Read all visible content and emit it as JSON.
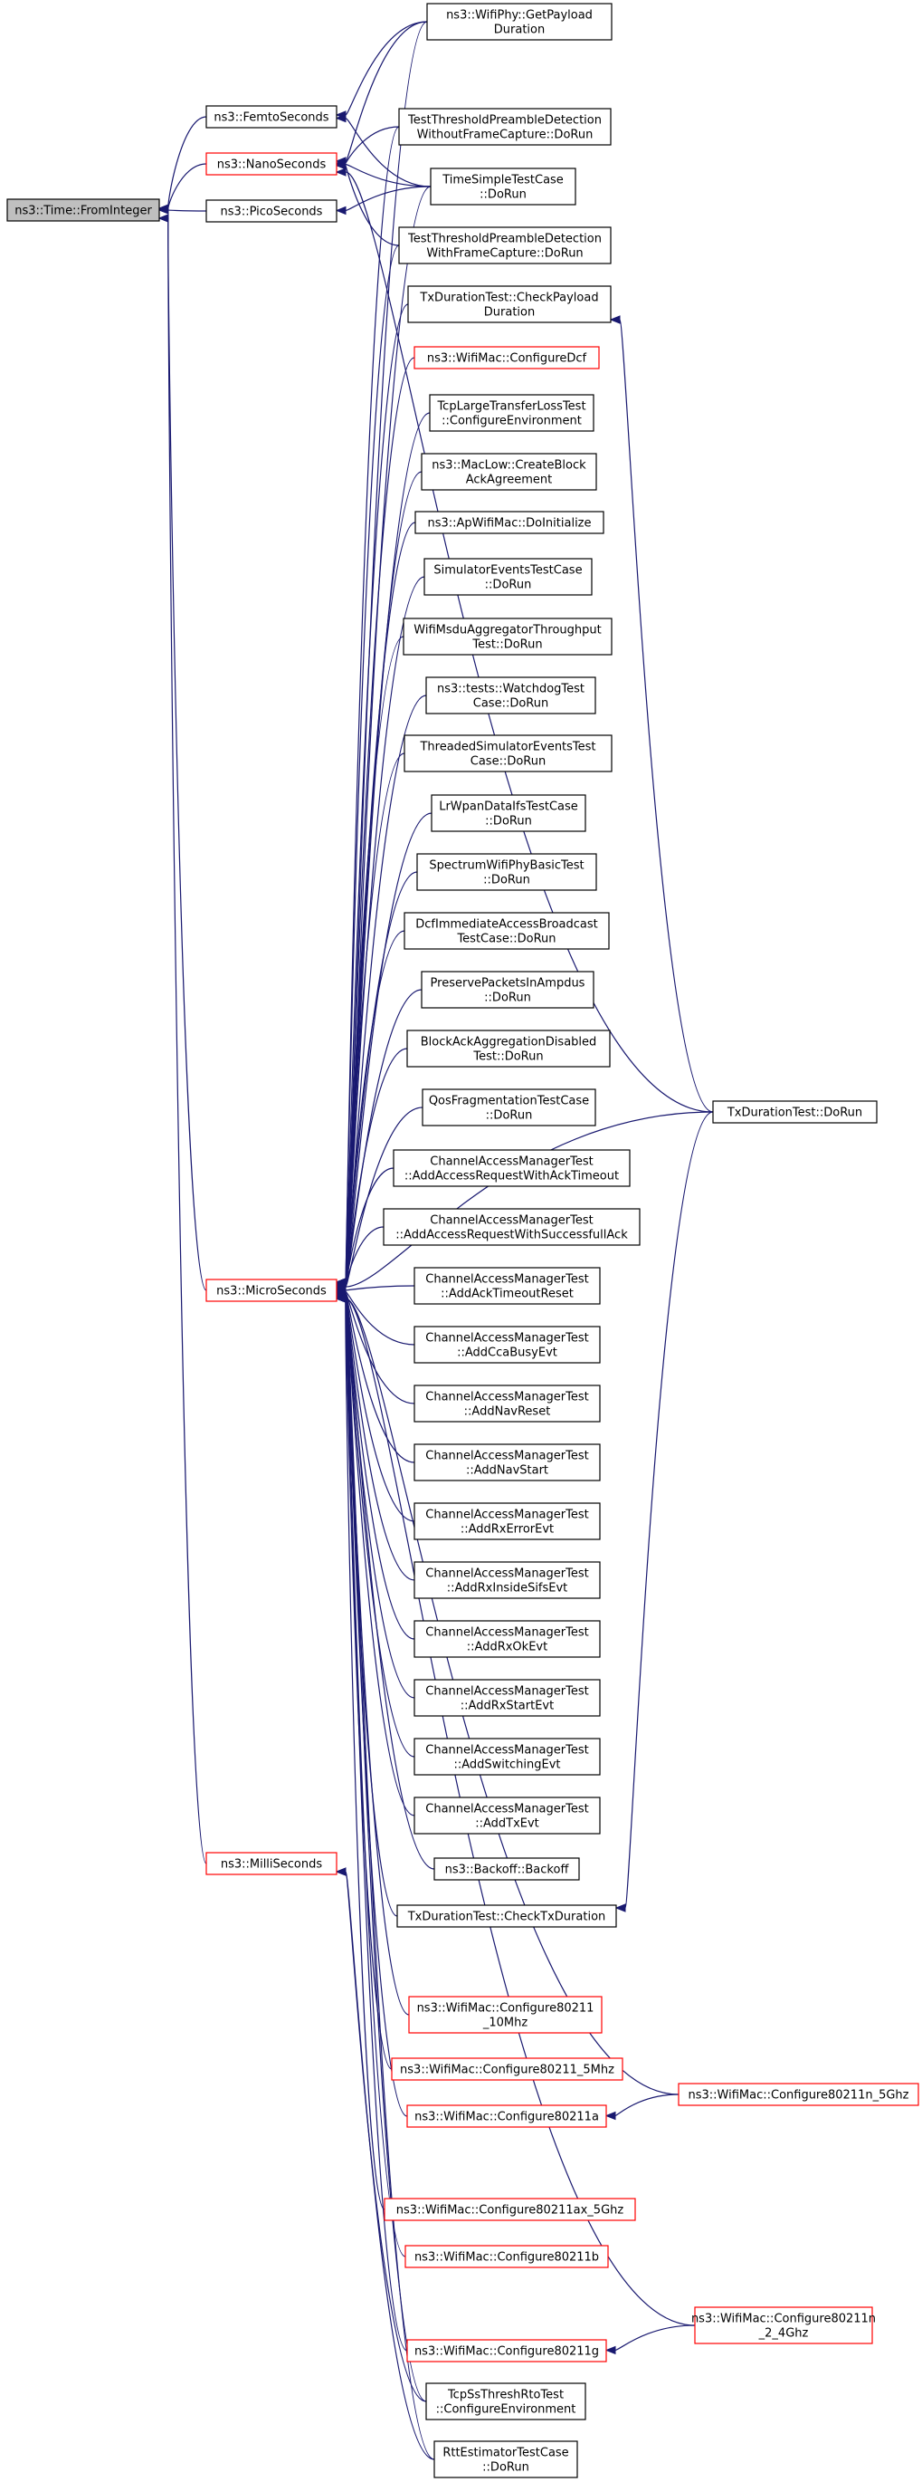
{
  "nodes": [
    {
      "id": "root",
      "lines": [
        "ns3::Time::FromInteger"
      ],
      "style": "root"
    },
    {
      "id": "femto",
      "lines": [
        "ns3::FemtoSeconds"
      ],
      "style": "black"
    },
    {
      "id": "nano",
      "lines": [
        "ns3::NanoSeconds"
      ],
      "style": "red"
    },
    {
      "id": "pico",
      "lines": [
        "ns3::PicoSeconds"
      ],
      "style": "black"
    },
    {
      "id": "micro",
      "lines": [
        "ns3::MicroSeconds"
      ],
      "style": "red"
    },
    {
      "id": "milli",
      "lines": [
        "ns3::MilliSeconds"
      ],
      "style": "red"
    },
    {
      "id": "getpayload",
      "lines": [
        "ns3::WifiPhy::GetPayload",
        "Duration"
      ],
      "style": "black"
    },
    {
      "id": "threshwithout",
      "lines": [
        "TestThresholdPreambleDetection",
        "WithoutFrameCapture::DoRun"
      ],
      "style": "black"
    },
    {
      "id": "timesimple",
      "lines": [
        "TimeSimpleTestCase",
        "::DoRun"
      ],
      "style": "black"
    },
    {
      "id": "threshwith",
      "lines": [
        "TestThresholdPreambleDetection",
        "WithFrameCapture::DoRun"
      ],
      "style": "black"
    },
    {
      "id": "checkpayload",
      "lines": [
        "TxDurationTest::CheckPayload",
        "Duration"
      ],
      "style": "black"
    },
    {
      "id": "configdcf",
      "lines": [
        "ns3::WifiMac::ConfigureDcf"
      ],
      "style": "red"
    },
    {
      "id": "tcplarge",
      "lines": [
        "TcpLargeTransferLossTest",
        "::ConfigureEnvironment"
      ],
      "style": "black"
    },
    {
      "id": "maclow",
      "lines": [
        "ns3::MacLow::CreateBlock",
        "AckAgreement"
      ],
      "style": "black"
    },
    {
      "id": "apwifimac",
      "lines": [
        "ns3::ApWifiMac::DoInitialize"
      ],
      "style": "black"
    },
    {
      "id": "simevents",
      "lines": [
        "SimulatorEventsTestCase",
        "::DoRun"
      ],
      "style": "black"
    },
    {
      "id": "msdu",
      "lines": [
        "WifiMsduAggregatorThroughput",
        "Test::DoRun"
      ],
      "style": "black"
    },
    {
      "id": "watchdog",
      "lines": [
        "ns3::tests::WatchdogTest",
        "Case::DoRun"
      ],
      "style": "black"
    },
    {
      "id": "threaded",
      "lines": [
        "ThreadedSimulatorEventsTest",
        "Case::DoRun"
      ],
      "style": "black"
    },
    {
      "id": "lrwpan",
      "lines": [
        "LrWpanDataIfsTestCase",
        "::DoRun"
      ],
      "style": "black"
    },
    {
      "id": "spectrum",
      "lines": [
        "SpectrumWifiPhyBasicTest",
        "::DoRun"
      ],
      "style": "black"
    },
    {
      "id": "dcfimm",
      "lines": [
        "DcfImmediateAccessBroadcast",
        "TestCase::DoRun"
      ],
      "style": "black"
    },
    {
      "id": "preserve",
      "lines": [
        "PreservePacketsInAmpdus",
        "::DoRun"
      ],
      "style": "black"
    },
    {
      "id": "blockack",
      "lines": [
        "BlockAckAggregationDisabled",
        "Test::DoRun"
      ],
      "style": "black"
    },
    {
      "id": "qosfrag",
      "lines": [
        "QosFragmentationTestCase",
        "::DoRun"
      ],
      "style": "black"
    },
    {
      "id": "cam_acktimeout",
      "lines": [
        "ChannelAccessManagerTest",
        "::AddAccessRequestWithAckTimeout"
      ],
      "style": "black"
    },
    {
      "id": "cam_succack",
      "lines": [
        "ChannelAccessManagerTest",
        "::AddAccessRequestWithSuccessfullAck"
      ],
      "style": "black"
    },
    {
      "id": "cam_ackreset",
      "lines": [
        "ChannelAccessManagerTest",
        "::AddAckTimeoutReset"
      ],
      "style": "black"
    },
    {
      "id": "cam_ccabusy",
      "lines": [
        "ChannelAccessManagerTest",
        "::AddCcaBusyEvt"
      ],
      "style": "black"
    },
    {
      "id": "cam_navreset",
      "lines": [
        "ChannelAccessManagerTest",
        "::AddNavReset"
      ],
      "style": "black"
    },
    {
      "id": "cam_navstart",
      "lines": [
        "ChannelAccessManagerTest",
        "::AddNavStart"
      ],
      "style": "black"
    },
    {
      "id": "cam_rxerror",
      "lines": [
        "ChannelAccessManagerTest",
        "::AddRxErrorEvt"
      ],
      "style": "black"
    },
    {
      "id": "cam_rxinside",
      "lines": [
        "ChannelAccessManagerTest",
        "::AddRxInsideSifsEvt"
      ],
      "style": "black"
    },
    {
      "id": "cam_rxok",
      "lines": [
        "ChannelAccessManagerTest",
        "::AddRxOkEvt"
      ],
      "style": "black"
    },
    {
      "id": "cam_rxstart",
      "lines": [
        "ChannelAccessManagerTest",
        "::AddRxStartEvt"
      ],
      "style": "black"
    },
    {
      "id": "cam_switching",
      "lines": [
        "ChannelAccessManagerTest",
        "::AddSwitchingEvt"
      ],
      "style": "black"
    },
    {
      "id": "cam_tx",
      "lines": [
        "ChannelAccessManagerTest",
        "::AddTxEvt"
      ],
      "style": "black"
    },
    {
      "id": "backoff",
      "lines": [
        "ns3::Backoff::Backoff"
      ],
      "style": "black"
    },
    {
      "id": "checktx",
      "lines": [
        "TxDurationTest::CheckTxDuration"
      ],
      "style": "black"
    },
    {
      "id": "cfg10",
      "lines": [
        "ns3::WifiMac::Configure80211",
        "_10Mhz"
      ],
      "style": "red"
    },
    {
      "id": "cfg5",
      "lines": [
        "ns3::WifiMac::Configure80211_5Mhz"
      ],
      "style": "red"
    },
    {
      "id": "cfga",
      "lines": [
        "ns3::WifiMac::Configure80211a"
      ],
      "style": "red"
    },
    {
      "id": "cfgax",
      "lines": [
        "ns3::WifiMac::Configure80211ax_5Ghz"
      ],
      "style": "red"
    },
    {
      "id": "cfgb",
      "lines": [
        "ns3::WifiMac::Configure80211b"
      ],
      "style": "red"
    },
    {
      "id": "cfgg",
      "lines": [
        "ns3::WifiMac::Configure80211g"
      ],
      "style": "red"
    },
    {
      "id": "tcpss",
      "lines": [
        "TcpSsThreshRtoTest",
        "::ConfigureEnvironment"
      ],
      "style": "black"
    },
    {
      "id": "rtt",
      "lines": [
        "RttEstimatorTestCase",
        "::DoRun"
      ],
      "style": "black"
    },
    {
      "id": "txdurrun",
      "lines": [
        "TxDurationTest::DoRun"
      ],
      "style": "black"
    },
    {
      "id": "cfgn5",
      "lines": [
        "ns3::WifiMac::Configure80211n_5Ghz"
      ],
      "style": "red"
    },
    {
      "id": "cfgn24",
      "lines": [
        "ns3::WifiMac::Configure80211n",
        "_2_4Ghz"
      ],
      "style": "red"
    }
  ]
}
